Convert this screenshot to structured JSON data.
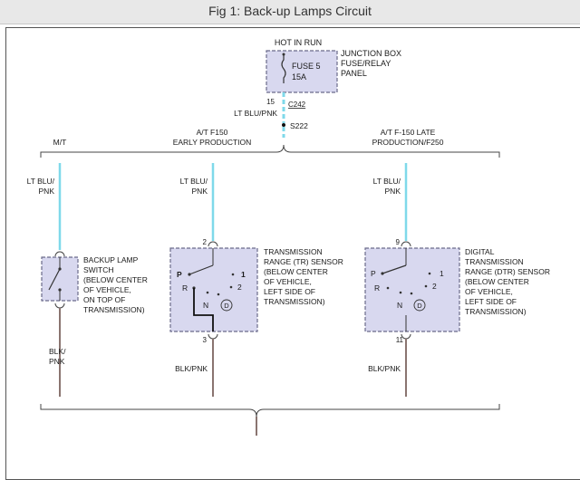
{
  "header": {
    "title": "Fig 1: Back-up Lamps Circuit"
  },
  "colors": {
    "lt_blu_pnk_wire": "#7fd9ea",
    "blk_pnk_wire": "#8a7470",
    "component_fill": "#d8d8ef",
    "component_border": "#6a6a8a"
  },
  "top": {
    "hot_in_run": "HOT IN RUN",
    "fuse_label": "FUSE 5",
    "fuse_rating": "15A",
    "junction_box": [
      "JUNCTION BOX",
      "FUSE/RELAY",
      "PANEL"
    ],
    "pin_15": "15",
    "connector_c242": "C242",
    "wire_color": "LT BLU/PNK",
    "splice": "S222"
  },
  "branches": {
    "mt": "M/T",
    "early": [
      "A/T F150",
      "EARLY PRODUCTION"
    ],
    "late": [
      "A/T F-150 LATE",
      "PRODUCTION/F250"
    ]
  },
  "wire_labels": {
    "mt_top": [
      "LT BLU/",
      "PNK"
    ],
    "early_top": [
      "LT BLU/",
      "PNK"
    ],
    "late_top": [
      "LT BLU/",
      "PNK"
    ],
    "mt_bottom": [
      "BLK/",
      "PNK"
    ],
    "early_bottom": "BLK/PNK",
    "late_bottom": "BLK/PNK"
  },
  "components": {
    "backup_switch": [
      "BACKUP LAMP",
      "SWITCH",
      "(BELOW CENTER",
      "OF VEHICLE,",
      "ON TOP OF",
      "TRANSMISSION)"
    ],
    "tr_sensor": {
      "label": [
        "TRANSMISSION",
        "RANGE (TR) SENSOR",
        "(BELOW CENTER",
        "OF VEHICLE,",
        "LEFT SIDE OF",
        "TRANSMISSION)"
      ],
      "pin_top": "2",
      "pin_bottom": "3",
      "positions": {
        "p": "P",
        "r": "R",
        "n": "N",
        "d": "D",
        "one": "1",
        "two": "2"
      }
    },
    "dtr_sensor": {
      "label": [
        "DIGITAL",
        "TRANSMISSION",
        "RANGE (DTR) SENSOR",
        "(BELOW CENTER",
        "OF VEHICLE,",
        "LEFT SIDE OF",
        "TRANSMISSION)"
      ],
      "pin_top": "9",
      "pin_bottom": "11",
      "positions": {
        "p": "P",
        "r": "R",
        "n": "N",
        "d": "D",
        "one": "1",
        "two": "2"
      }
    }
  }
}
